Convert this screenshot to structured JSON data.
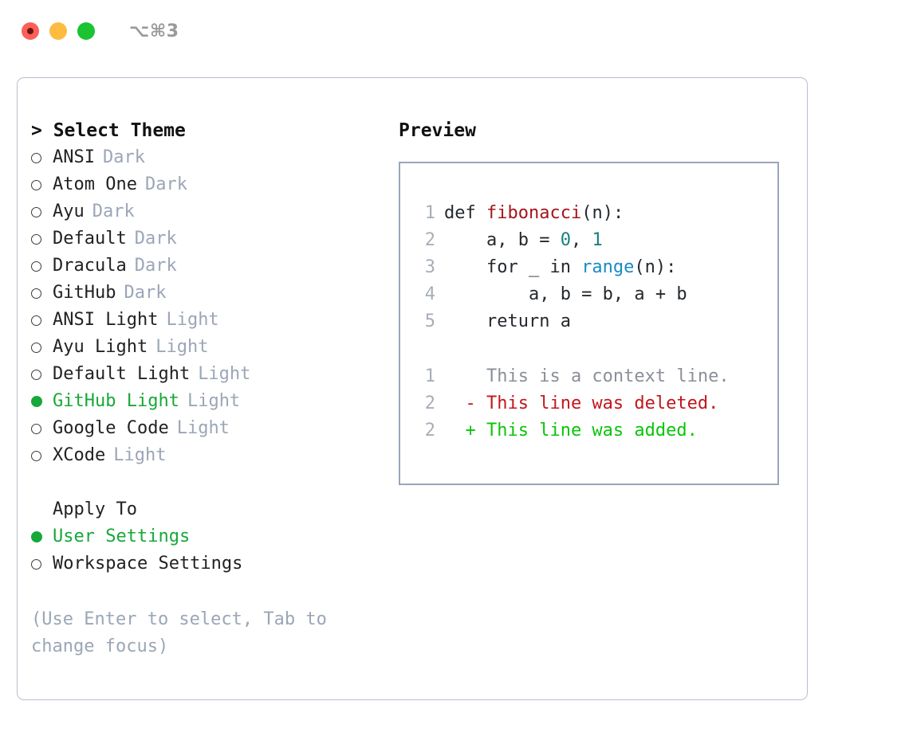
{
  "window": {
    "shortcut": "⌥⌘3",
    "traffic_lights": [
      {
        "name": "close",
        "color": "#fc6058"
      },
      {
        "name": "minimize",
        "color": "#fdbc40"
      },
      {
        "name": "zoom",
        "color": "#19c332"
      }
    ]
  },
  "theme_picker": {
    "title": "> Select Theme",
    "items": [
      {
        "label": "ANSI",
        "tag": "Dark",
        "selected": false
      },
      {
        "label": "Atom One",
        "tag": "Dark",
        "selected": false
      },
      {
        "label": "Ayu",
        "tag": "Dark",
        "selected": false
      },
      {
        "label": "Default",
        "tag": "Dark",
        "selected": false
      },
      {
        "label": "Dracula",
        "tag": "Dark",
        "selected": false
      },
      {
        "label": "GitHub",
        "tag": "Dark",
        "selected": false
      },
      {
        "label": "ANSI Light",
        "tag": "Light",
        "selected": false
      },
      {
        "label": "Ayu Light",
        "tag": "Light",
        "selected": false
      },
      {
        "label": "Default Light",
        "tag": "Light",
        "selected": false
      },
      {
        "label": "GitHub Light",
        "tag": "Light",
        "selected": true
      },
      {
        "label": "Google Code",
        "tag": "Light",
        "selected": false
      },
      {
        "label": "XCode",
        "tag": "Light",
        "selected": false
      }
    ]
  },
  "apply_to": {
    "title": "Apply To",
    "items": [
      {
        "label": "User Settings",
        "selected": true
      },
      {
        "label": "Workspace Settings",
        "selected": false
      }
    ]
  },
  "hint": "(Use Enter to select, Tab to change focus)",
  "preview": {
    "title": "Preview",
    "code_lines": [
      {
        "no": "1",
        "segments": [
          {
            "t": "def ",
            "c": "plain"
          },
          {
            "t": "fibonacci",
            "c": "fn"
          },
          {
            "t": "(n):",
            "c": "plain"
          }
        ]
      },
      {
        "no": "2",
        "segments": [
          {
            "t": "    a, b = ",
            "c": "plain"
          },
          {
            "t": "0",
            "c": "num"
          },
          {
            "t": ", ",
            "c": "plain"
          },
          {
            "t": "1",
            "c": "num"
          }
        ]
      },
      {
        "no": "3",
        "segments": [
          {
            "t": "    for _ in ",
            "c": "plain"
          },
          {
            "t": "range",
            "c": "call"
          },
          {
            "t": "(n):",
            "c": "plain"
          }
        ]
      },
      {
        "no": "4",
        "segments": [
          {
            "t": "        a, b = b, a + b",
            "c": "plain"
          }
        ]
      },
      {
        "no": "5",
        "segments": [
          {
            "t": "    return a",
            "c": "plain"
          }
        ]
      }
    ],
    "diff_lines": [
      {
        "no": "1",
        "mark": "  ",
        "text": "This is a context line.",
        "kind": "ctx"
      },
      {
        "no": "2",
        "mark": "- ",
        "text": "This line was deleted.",
        "kind": "del"
      },
      {
        "no": "2",
        "mark": "+ ",
        "text": "This line was added.",
        "kind": "add"
      }
    ]
  },
  "colors": {
    "selected_green": "#17a839",
    "tag_muted": "#9ba6b7",
    "hint_muted": "#9ba6b7",
    "panel_border": "#b6bfcd",
    "preview_border": "#9aa5b8",
    "lineno": "#a8aeb8",
    "token_function": "#a3161a",
    "token_number": "#17807e",
    "token_call": "#1a8ac4",
    "diff_context": "#8a8f98",
    "diff_deleted": "#c3161c",
    "diff_added": "#09c409"
  }
}
